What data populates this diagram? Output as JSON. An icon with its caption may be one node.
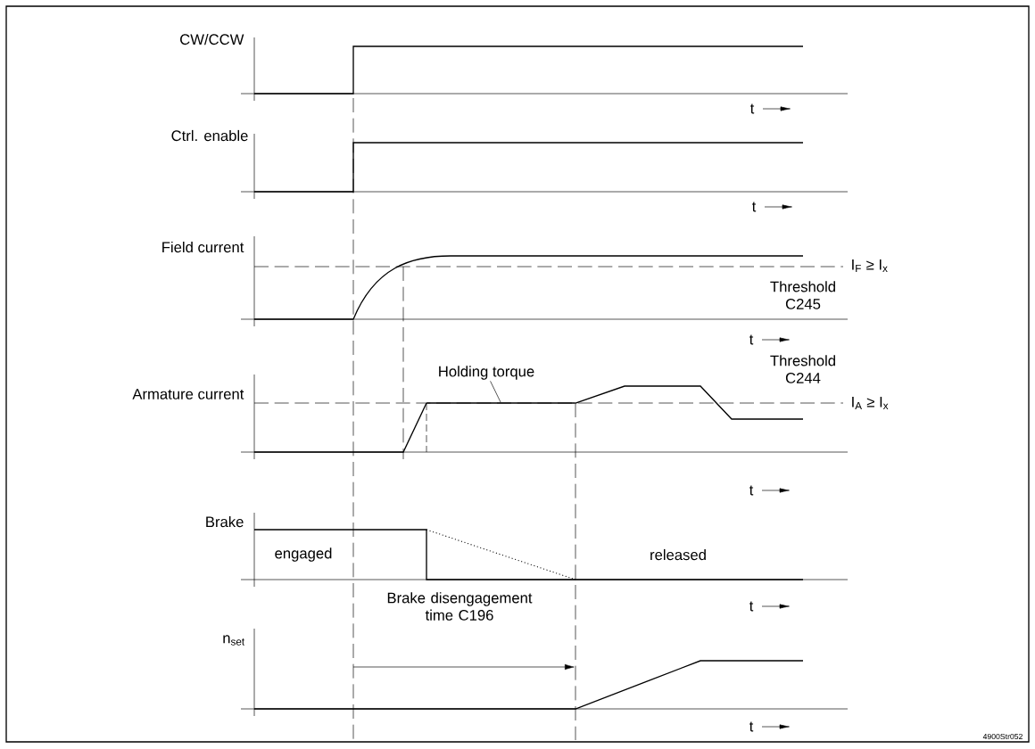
{
  "diagram": {
    "nodes": [
      {
        "text": [
          "Holding torque"
        ]
      },
      {
        "text": [],
        "shape": "line"
      }
    ],
    "edges": [
      {
        "from": 0,
        "to": 1,
        "arrow": "none"
      }
    ],
    "labels": [
      "CW/CCW",
      "t",
      "Ctrl. enable",
      "t",
      "Field current",
      "I$_{F}$ ≥ I$_{x}$",
      "Threshold C245",
      "t",
      "Threshold C244",
      "Armature current",
      "I$_{A}$ ≥ I$_{x}$",
      "t",
      "Brake",
      "engaged",
      "released",
      "t",
      "Brake disengagement time C196",
      "n$_{set}$",
      "t",
      "4900Str052"
    ]
  }
}
